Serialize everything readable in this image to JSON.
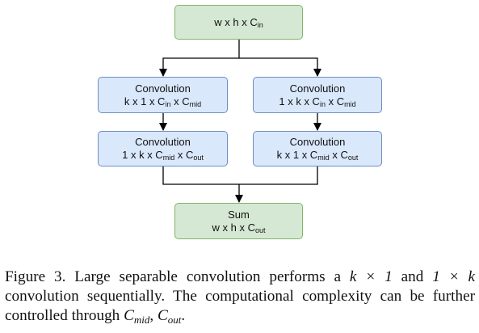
{
  "diagram": {
    "nodes": [
      {
        "id": "input",
        "lines": [
          [
            {
              "t": "w x h x C"
            },
            {
              "sub": "in"
            }
          ]
        ]
      },
      {
        "id": "conv-left-1",
        "lines": [
          [
            {
              "t": "Convolution"
            }
          ],
          [
            {
              "t": "k x 1 x C"
            },
            {
              "sub": "in"
            },
            {
              "t": " x C"
            },
            {
              "sub": "mid"
            }
          ]
        ]
      },
      {
        "id": "conv-right-1",
        "lines": [
          [
            {
              "t": "Convolution"
            }
          ],
          [
            {
              "t": "1 x k x C"
            },
            {
              "sub": "in"
            },
            {
              "t": " x C"
            },
            {
              "sub": "mid"
            }
          ]
        ]
      },
      {
        "id": "conv-left-2",
        "lines": [
          [
            {
              "t": "Convolution"
            }
          ],
          [
            {
              "t": "1 x k  x C"
            },
            {
              "sub": "mid"
            },
            {
              "t": " x C"
            },
            {
              "sub": "out"
            }
          ]
        ]
      },
      {
        "id": "conv-right-2",
        "lines": [
          [
            {
              "t": "Convolution"
            }
          ],
          [
            {
              "t": "k x 1 x C"
            },
            {
              "sub": "mid"
            },
            {
              "t": " x C"
            },
            {
              "sub": "out"
            }
          ]
        ]
      },
      {
        "id": "sum",
        "lines": [
          [
            {
              "t": "Sum"
            }
          ],
          [
            {
              "t": "w x h x C"
            },
            {
              "sub": "out"
            }
          ]
        ]
      }
    ],
    "edges": [
      [
        "input",
        "conv-left-1"
      ],
      [
        "input",
        "conv-right-1"
      ],
      [
        "conv-left-1",
        "conv-left-2"
      ],
      [
        "conv-right-1",
        "conv-right-2"
      ],
      [
        "conv-left-2",
        "sum"
      ],
      [
        "conv-right-2",
        "sum"
      ]
    ],
    "colors": {
      "io_fill": "#d5e8d4",
      "io_border": "#82b366",
      "conv_fill": "#dae8fc",
      "conv_border": "#6c8ebf",
      "arrow": "#000000"
    }
  },
  "caption": {
    "prefix": "Figure 3. Large separable convolution performs a ",
    "math_1": "k × 1",
    "and": " and ",
    "math_2": "1 × k",
    "middle": " convolution sequentially.  The computational complexity can be further controlled through ",
    "math_3": "C",
    "math_3_sub": "mid",
    "comma": ", ",
    "math_4": "C",
    "math_4_sub": "out",
    "suffix": "."
  }
}
